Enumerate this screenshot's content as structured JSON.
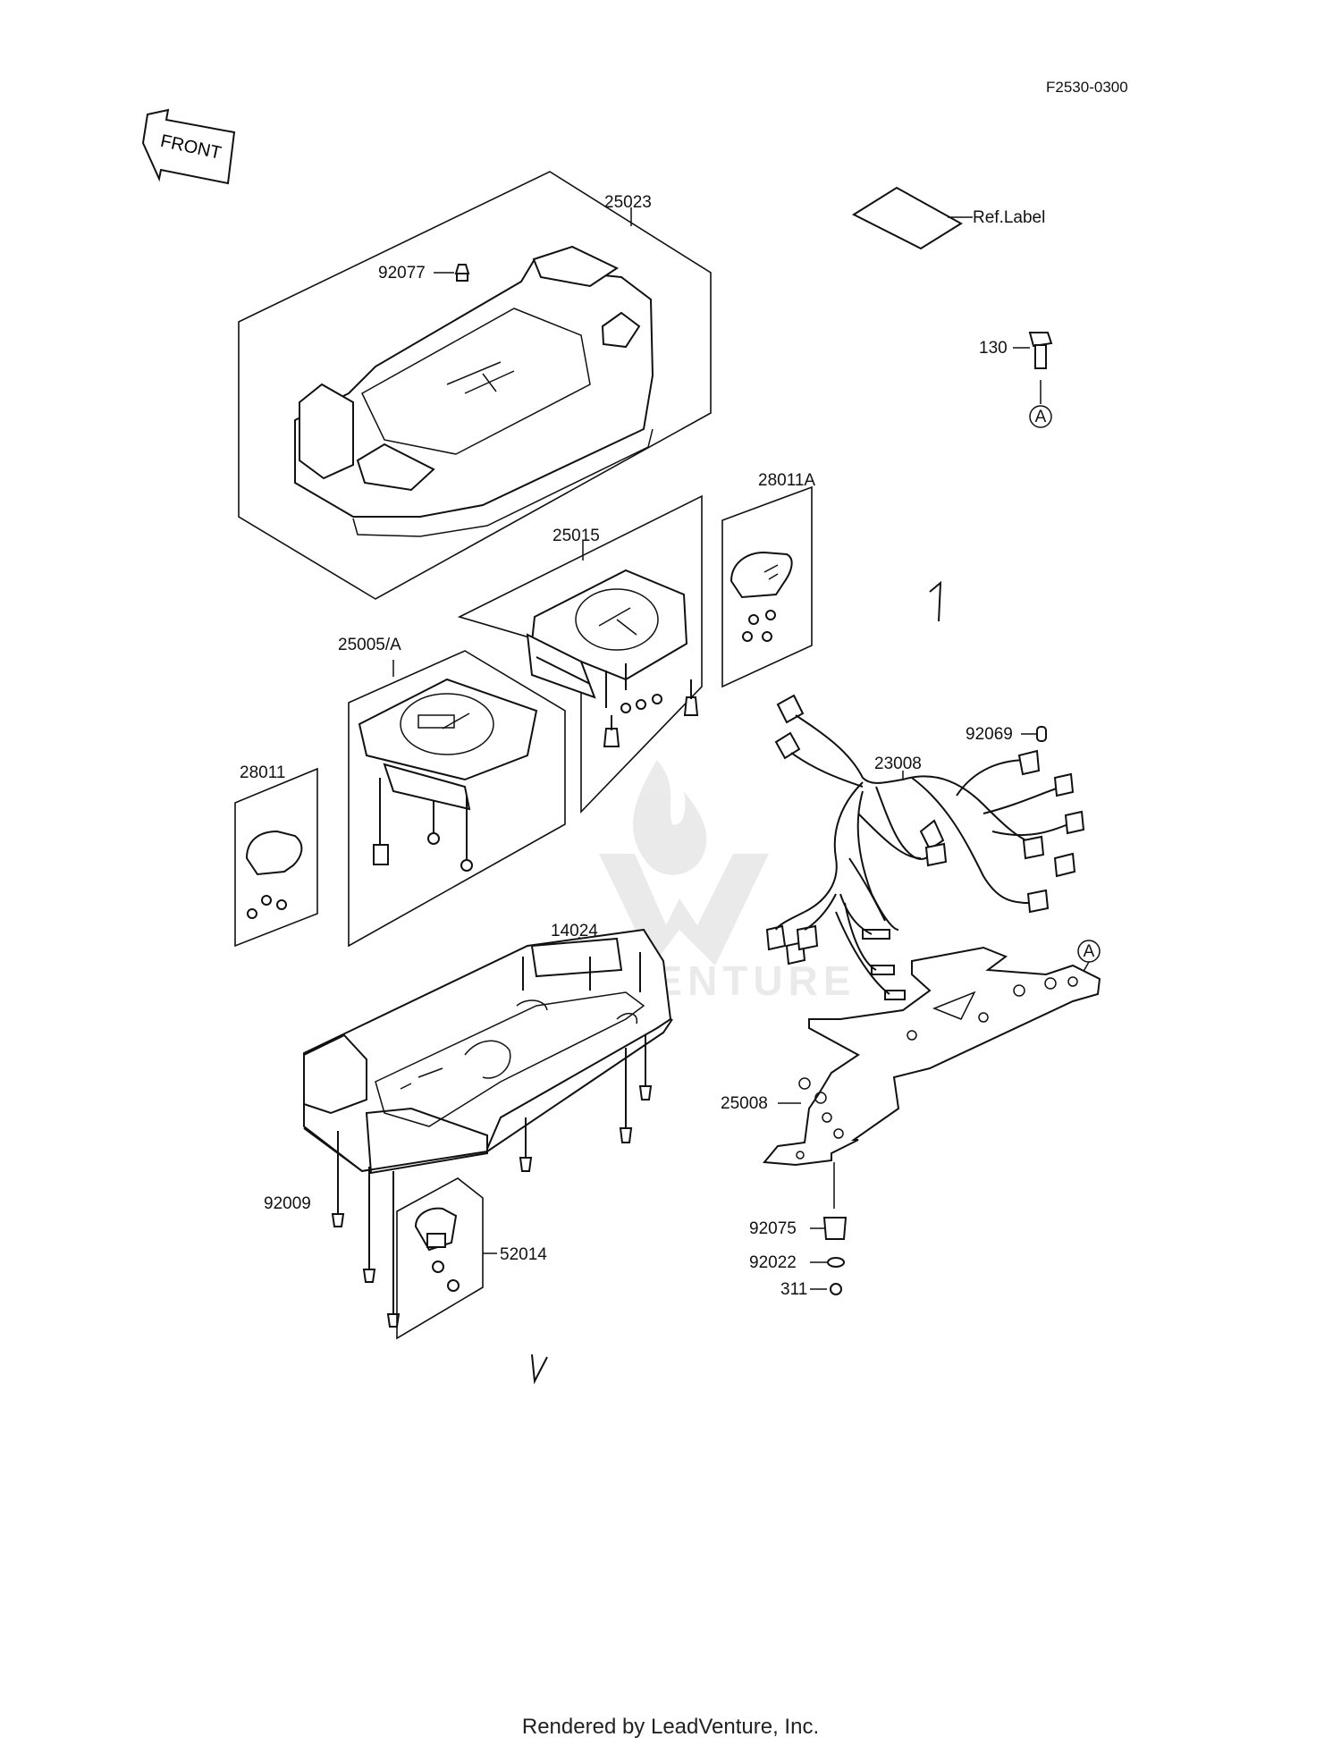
{
  "diagram_code": "F2530-0300",
  "front_arrow_label": "FRONT",
  "watermark_text": "LEADVENTURE",
  "footer": "Rendered by LeadVenture, Inc.",
  "callouts": {
    "c25023": "25023",
    "c92077": "92077",
    "c_ref_label": "Ref.Label",
    "c130": "130",
    "c_a1": "A",
    "c28011A": "28011A",
    "c25015": "25015",
    "c25005A": "25005/A",
    "c92069": "92069",
    "c23008": "23008",
    "c28011": "28011",
    "c14024": "14024",
    "c_a2": "A",
    "c25008": "25008",
    "c92075": "92075",
    "c92022": "92022",
    "c311": "311",
    "c92009": "92009",
    "c52014": "52014"
  }
}
